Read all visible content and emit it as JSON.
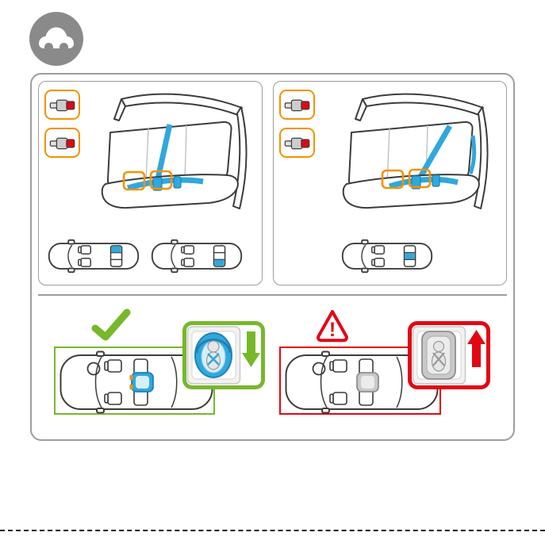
{
  "colors": {
    "orange": "#F39200",
    "blue": "#2FA8DC",
    "green": "#76B82A",
    "red": "#E30613",
    "dark": "#3C3C3B",
    "border_gray": "#9D9D9C",
    "logo_gray": "#8A8A8A"
  },
  "logo": {
    "icon": "car-icon"
  },
  "belt_panels": {
    "left": {
      "buckle_icons": [
        "seatbelt-buckle-icon",
        "seatbelt-buckle-icon"
      ],
      "illustration": "rear-bench-seat-with-seatbelt",
      "car_views": [
        {
          "icon": "car-top-view-icon",
          "highlighted_seat": "rear-left"
        },
        {
          "icon": "car-top-view-icon",
          "highlighted_seat": "rear-right"
        }
      ]
    },
    "right": {
      "buckle_icons": [
        "seatbelt-buckle-icon",
        "seatbelt-buckle-icon"
      ],
      "illustration": "rear-bench-seat-with-seatbelt",
      "car_views": [
        {
          "icon": "car-top-view-icon",
          "highlighted_seat": "rear-center"
        }
      ]
    }
  },
  "bottom": {
    "correct": {
      "mark_icon": "checkmark-icon",
      "accent": "green",
      "car_view": "car-top-view-with-child-seat",
      "inset": {
        "illustration": "rearward-facing-child-seat",
        "arrow_icon": "down-arrow-icon"
      }
    },
    "incorrect": {
      "mark_icon": "warning-triangle-icon",
      "mark_glyph": "!",
      "accent": "red",
      "car_view": "car-top-view-with-child-seat",
      "inset": {
        "illustration": "forward-facing-child-seat",
        "arrow_icon": "up-arrow-icon"
      }
    }
  },
  "cut_line": {
    "style": "dashed"
  }
}
